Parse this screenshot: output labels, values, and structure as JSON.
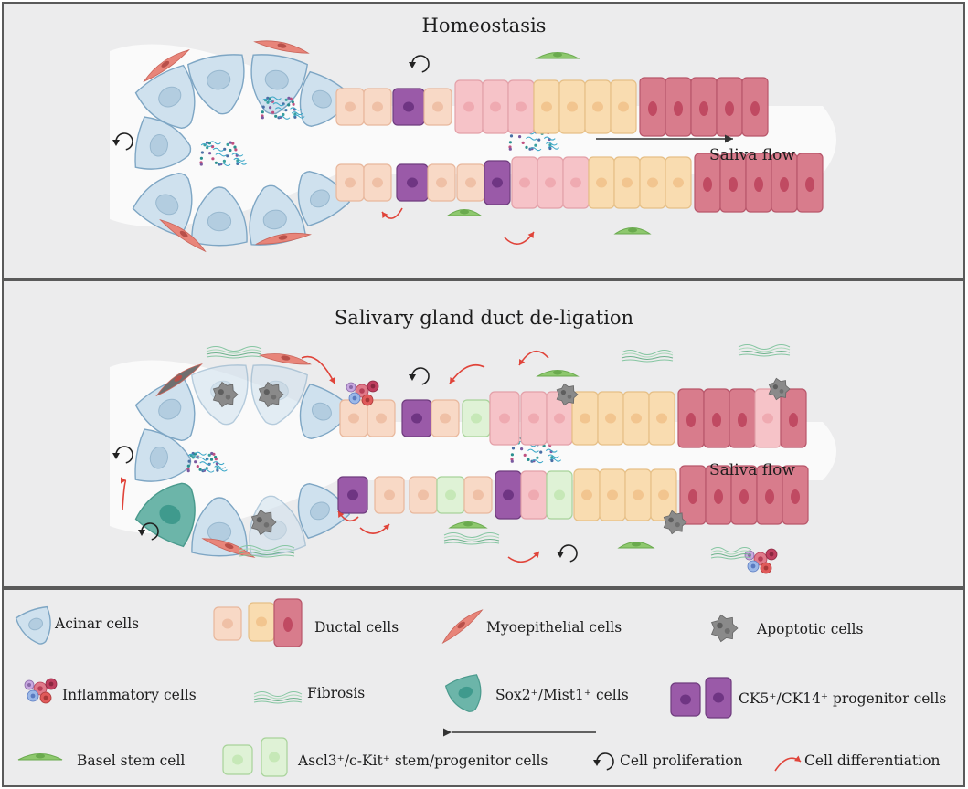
{
  "panels": {
    "homeostasis": {
      "title": "Homeostasis",
      "flow_label": "Saliva flow"
    },
    "deligation": {
      "title": "Salivary gland duct de-ligation",
      "flow_label": "Saliva flow"
    }
  },
  "legend": {
    "acinar": "Acinar cells",
    "ductal": "Ductal cells",
    "myoepithelial": "Myoepithelial cells",
    "apoptotic": "Apoptotic cells",
    "inflammatory": "Inflammatory cells",
    "fibrosis": "Fibrosis",
    "sox2": "Sox2⁺/Mist1⁺ cells",
    "ck5": "CK5⁺/CK14⁺ progenitor cells",
    "basel": "Basel stem cell",
    "ascl3": "Ascl3⁺/c-Kit⁺ stem/progenitor cells",
    "proliferation": "Cell proliferation",
    "differentiation": "Cell differentiation"
  },
  "colors": {
    "acinar_fill": "#cfe1ee",
    "acinar_stroke": "#7ea6c4",
    "ductal_peach": "#f8d9c6",
    "ductal_orange": "#f9dcb0",
    "ductal_red": "#d87c8c",
    "ductal_pink": "#f6c3c8",
    "myo": "#e8857a",
    "progenitor": "#9a5aa8",
    "basel": "#8ec86e",
    "stem_green": "#dff2d6",
    "sox2": "#6cb5a9",
    "arrow_red": "#e0443a",
    "lumen": "#fafafa"
  }
}
